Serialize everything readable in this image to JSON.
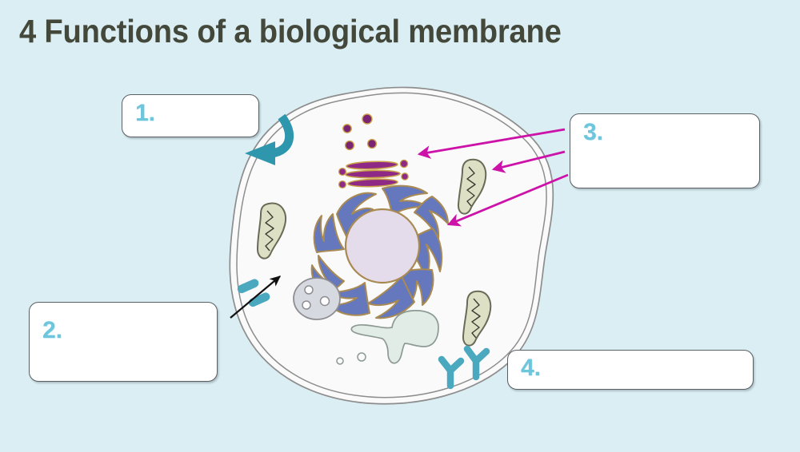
{
  "page": {
    "title": "4 Functions of a biological membrane",
    "background_color": "#daeef4",
    "title_color": "#43483a"
  },
  "answer_boxes": [
    {
      "label": "1.",
      "name": "answer-box-1",
      "value": "",
      "placeholder": ""
    },
    {
      "label": "2.",
      "name": "answer-box-2",
      "value": "",
      "placeholder": ""
    },
    {
      "label": "3.",
      "name": "answer-box-3",
      "value": "",
      "placeholder": ""
    },
    {
      "label": "4.",
      "name": "answer-box-4",
      "value": "",
      "placeholder": ""
    }
  ],
  "diagram": {
    "subject": "animal-cell",
    "colors": {
      "cytoplasm": "#fafafa",
      "membrane_line": "#8d8d8d",
      "nucleus": "#e4dcea",
      "nucleus_outline": "#a08a6a",
      "er_fill": "#6578bd",
      "er_outline": "#a98a52",
      "golgi_fill": "#8e2a86",
      "golgi_outline": "#c9a24a",
      "mitochondria_fill": "#dde0c4",
      "mitochondria_outline": "#6a6a58",
      "vesicle_fill": "#d6d9e0",
      "vacuole_fill": "#e2ece6",
      "channel_protein": "#4aa8bf",
      "receptor_protein": "#4aa8bf",
      "pointer_arrow_magenta": "#cc12a8",
      "pointer_arrow_teal": "#2e97ad",
      "transport_arrow_black": "#111111"
    },
    "organelles": [
      {
        "name": "golgi-apparatus",
        "count": 1
      },
      {
        "name": "nucleus",
        "count": 1
      },
      {
        "name": "endoplasmic-reticulum",
        "count": 1
      },
      {
        "name": "mitochondrion",
        "count": 3
      },
      {
        "name": "peroxisome",
        "count": 1
      },
      {
        "name": "vacuole",
        "count": 1
      },
      {
        "name": "channel-protein",
        "count": 2
      },
      {
        "name": "receptor-protein",
        "count": 2
      },
      {
        "name": "secretory-vesicle",
        "count": 5
      }
    ],
    "pointers": [
      {
        "name": "pointer-box1-curved-arrow",
        "from": "answer-box-1",
        "to": "cell-membrane",
        "color": "#2e97ad"
      },
      {
        "name": "pointer-box2-transport-arrow",
        "from": "answer-box-2",
        "to": "channel-protein",
        "color": "#111111"
      },
      {
        "name": "pointer-box3-arrow-golgi",
        "from": "answer-box-3",
        "to": "golgi-apparatus",
        "color": "#cc12a8"
      },
      {
        "name": "pointer-box3-arrow-mitochondrion",
        "from": "answer-box-3",
        "to": "mitochondrion",
        "color": "#cc12a8"
      },
      {
        "name": "pointer-box3-arrow-er",
        "from": "answer-box-3",
        "to": "endoplasmic-reticulum",
        "color": "#cc12a8"
      }
    ]
  }
}
